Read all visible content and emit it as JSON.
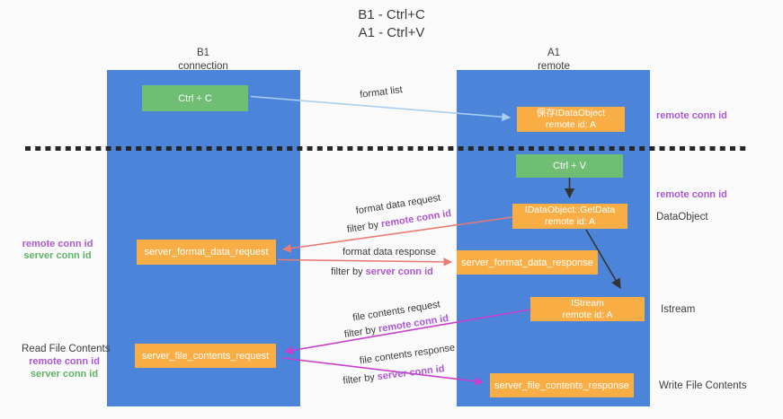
{
  "title": {
    "line1": "B1 - Ctrl+C",
    "line2": "A1 - Ctrl+V"
  },
  "columns": {
    "left": {
      "name": "B1",
      "role": "connection"
    },
    "right": {
      "name": "A1",
      "role": "remote"
    }
  },
  "nodes": {
    "ctrl_c": {
      "label": "Ctrl + C"
    },
    "save_idataobject": {
      "line1": "保存IDataObject",
      "line2": "remote id: A"
    },
    "ctrl_v": {
      "label": "Ctrl + V"
    },
    "getdata": {
      "line1": "IDataObject::GetData",
      "line2": "remote id: A"
    },
    "format_request": {
      "label": "server_format_data_request"
    },
    "format_response": {
      "label": "server_format_data_response"
    },
    "istream": {
      "line1": "IStream",
      "line2": "remote id: A"
    },
    "file_request": {
      "label": "server_file_contents_request"
    },
    "file_response": {
      "label": "server_file_contents_response"
    }
  },
  "side_labels": {
    "right_remote_conn_id_1": "remote conn id",
    "right_remote_conn_id_2": "remote conn id",
    "data_object": "DataObject",
    "istream": "Istream",
    "write_file_contents": "Write File Contents",
    "left1_remote": "remote conn id",
    "left1_server": "server conn id",
    "read_file_contents": "Read File Contents",
    "left2_remote": "remote conn id",
    "left2_server": "server conn id"
  },
  "arrow_labels": {
    "format_list": "format list",
    "format_request": {
      "line1": "format data request",
      "prefix": "filter by ",
      "key": "remote conn id"
    },
    "format_response": {
      "line1": "format data response",
      "prefix": "filter by ",
      "key": "server conn id"
    },
    "file_request": {
      "line1": "file contents request",
      "prefix": "filter by ",
      "key": "remote conn id"
    },
    "file_response": {
      "line1": "file contents response",
      "prefix": "filter by ",
      "key": "server conn id"
    }
  },
  "colors": {
    "column_blue": "#4C84D9",
    "box_orange": "#F9AE45",
    "box_green": "#6FBE73",
    "arrow_light_blue": "#A9CFF0",
    "arrow_red": "#E97B72",
    "arrow_magenta": "#C93ECB",
    "arrow_black": "#333333",
    "label_purple": "#AB57CE",
    "label_green": "#5FB367",
    "text_dark": "#3D3D3D",
    "background": "#FAFAFA"
  }
}
